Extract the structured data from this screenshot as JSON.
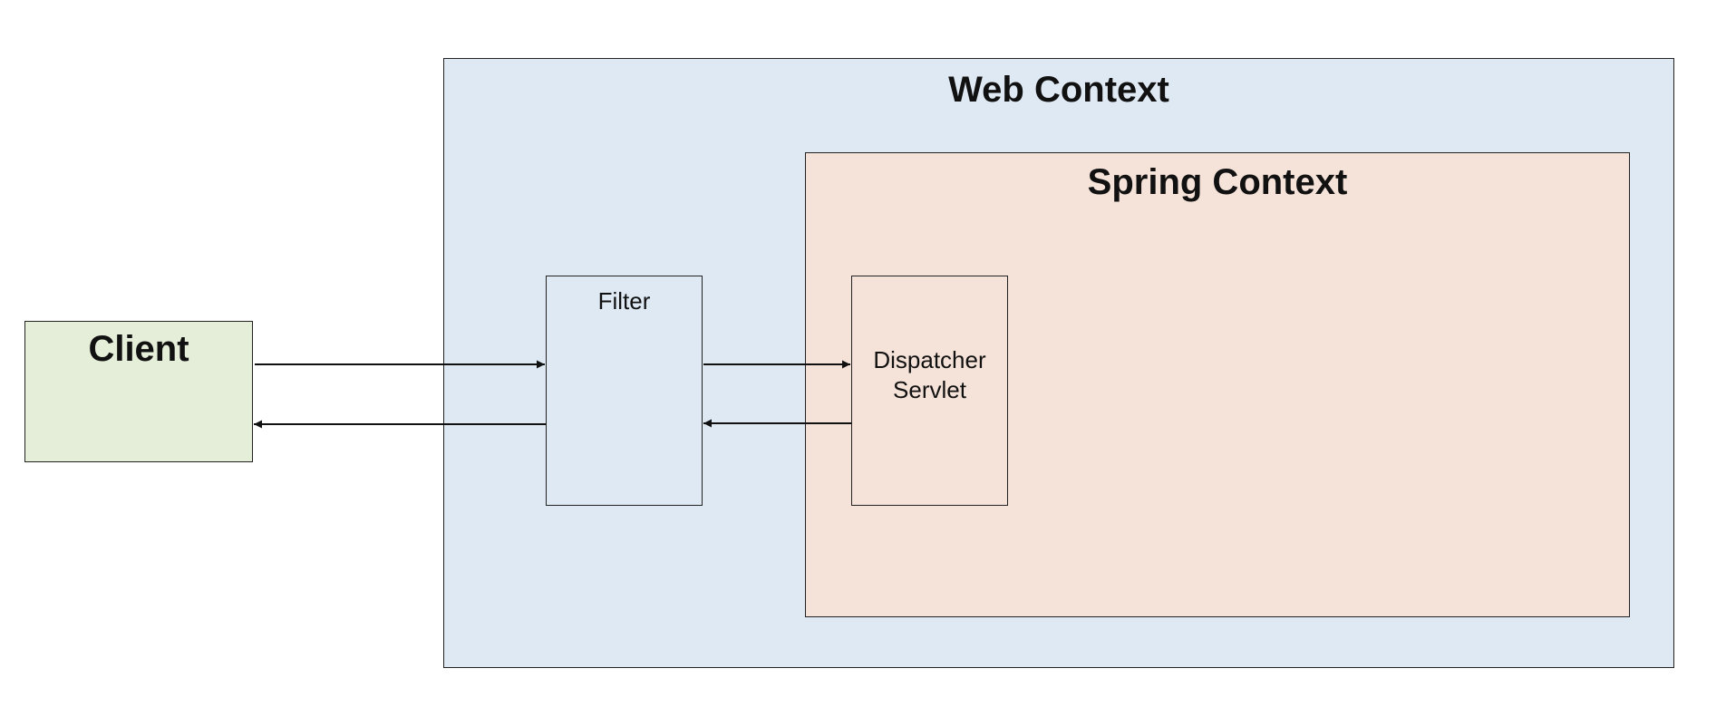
{
  "diagram": {
    "web_context": {
      "title": "Web Context"
    },
    "spring_context": {
      "title": "Spring Context"
    },
    "client": {
      "label": "Client"
    },
    "filter": {
      "label": "Filter"
    },
    "dispatcher_servlet": {
      "line1": "Dispatcher",
      "line2": "Servlet"
    }
  },
  "colors": {
    "web_context_fill": "#dfe9f4",
    "spring_context_fill": "#f5e3d9",
    "client_fill": "#e5eed9",
    "stroke": "#222222"
  }
}
